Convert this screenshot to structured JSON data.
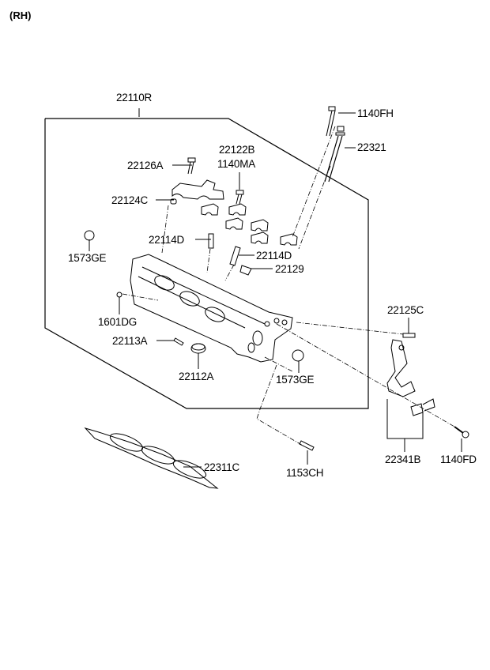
{
  "diagram": {
    "side_label": "(RH)",
    "assembly_label": "22110R",
    "parts": [
      {
        "id": "22110R",
        "label": "22110R",
        "name": "cylinder-head-assembly"
      },
      {
        "id": "1140FH",
        "label": "1140FH",
        "name": "flange-bolt"
      },
      {
        "id": "22321",
        "label": "22321",
        "name": "cylinder-head-bolt"
      },
      {
        "id": "22122B",
        "label": "22122B",
        "name": "cam-bearing-cap"
      },
      {
        "id": "1140MA",
        "label": "1140MA",
        "name": "bolt"
      },
      {
        "id": "22126A",
        "label": "22126A",
        "name": "bolt"
      },
      {
        "id": "22124C",
        "label": "22124C",
        "name": "dowel-pin"
      },
      {
        "id": "22114D",
        "label": "22114D",
        "name": "valve-guide"
      },
      {
        "id": "22114D-2",
        "label": "22114D",
        "name": "valve-guide"
      },
      {
        "id": "22129",
        "label": "22129",
        "name": "plug"
      },
      {
        "id": "1573GE",
        "label": "1573GE",
        "name": "plug-cap"
      },
      {
        "id": "1573GE-2",
        "label": "1573GE",
        "name": "plug-cap"
      },
      {
        "id": "1601DG",
        "label": "1601DG",
        "name": "ball"
      },
      {
        "id": "22113A",
        "label": "22113A",
        "name": "pin"
      },
      {
        "id": "22112A",
        "label": "22112A",
        "name": "seal"
      },
      {
        "id": "22125C",
        "label": "22125C",
        "name": "stud"
      },
      {
        "id": "22341B",
        "label": "22341B",
        "name": "hanger-bracket"
      },
      {
        "id": "1140FD",
        "label": "1140FD",
        "name": "bolt"
      },
      {
        "id": "1153CH",
        "label": "1153CH",
        "name": "stud"
      },
      {
        "id": "22311C",
        "label": "22311C",
        "name": "head-gasket"
      }
    ]
  }
}
